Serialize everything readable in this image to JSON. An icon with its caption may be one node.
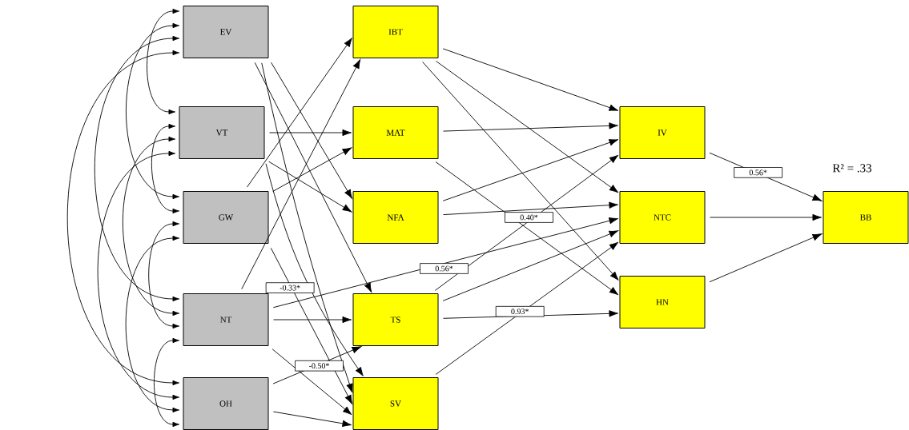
{
  "diagram": {
    "nodes": [
      {
        "text": [
          "EV"
        ]
      },
      {
        "text": [
          "VT"
        ]
      },
      {
        "text": [
          "GW"
        ]
      },
      {
        "text": [
          "NT"
        ]
      },
      {
        "text": [
          "OH"
        ]
      },
      {
        "text": [
          "IBT"
        ]
      },
      {
        "text": [
          "MAT"
        ]
      },
      {
        "text": [
          "NFA"
        ]
      },
      {
        "text": [
          "TS"
        ]
      },
      {
        "text": [
          "SV"
        ]
      },
      {
        "text": [
          "IV"
        ]
      },
      {
        "text": [
          "NTC"
        ]
      },
      {
        "text": [
          "HN"
        ]
      },
      {
        "text": [
          "BB"
        ],
        "beside": [
          "R² = .33"
        ]
      }
    ],
    "edges": [
      {
        "from": 0,
        "to": 1,
        "arrow": "both"
      },
      {
        "from": 0,
        "to": 2,
        "arrow": "both"
      },
      {
        "from": 0,
        "to": 3,
        "arrow": "both"
      },
      {
        "from": 0,
        "to": 4,
        "arrow": "both"
      },
      {
        "from": 1,
        "to": 2,
        "arrow": "both"
      },
      {
        "from": 1,
        "to": 3,
        "arrow": "both"
      },
      {
        "from": 1,
        "to": 4,
        "arrow": "both"
      },
      {
        "from": 2,
        "to": 3,
        "arrow": "both"
      },
      {
        "from": 2,
        "to": 4,
        "arrow": "both"
      },
      {
        "from": 3,
        "to": 4,
        "arrow": "both"
      },
      {
        "from": 0,
        "to": 7,
        "arrow": "to"
      },
      {
        "from": 0,
        "to": 8,
        "arrow": "to"
      },
      {
        "from": 0,
        "to": 9,
        "arrow": "to"
      },
      {
        "from": 1,
        "to": 6,
        "arrow": "to"
      },
      {
        "from": 1,
        "to": 7,
        "arrow": "to"
      },
      {
        "from": 1,
        "to": 9,
        "arrow": "to"
      },
      {
        "from": 2,
        "to": 5,
        "arrow": "to"
      },
      {
        "from": 2,
        "to": 6,
        "arrow": "to"
      },
      {
        "from": 2,
        "to": 9,
        "arrow": "to",
        "label": "-0.33*"
      },
      {
        "from": 3,
        "to": 5,
        "arrow": "to"
      },
      {
        "from": 3,
        "to": 8,
        "arrow": "to"
      },
      {
        "from": 3,
        "to": 9,
        "arrow": "to",
        "label": "-0.50*"
      },
      {
        "from": 3,
        "to": 11,
        "arrow": "to",
        "label": "0.56*"
      },
      {
        "from": 4,
        "to": 8,
        "arrow": "to"
      },
      {
        "from": 4,
        "to": 9,
        "arrow": "to"
      },
      {
        "from": 5,
        "to": 10,
        "arrow": "to"
      },
      {
        "from": 5,
        "to": 11,
        "arrow": "to"
      },
      {
        "from": 5,
        "to": 12,
        "arrow": "to"
      },
      {
        "from": 6,
        "to": 10,
        "arrow": "to"
      },
      {
        "from": 6,
        "to": 12,
        "arrow": "to"
      },
      {
        "from": 7,
        "to": 10,
        "arrow": "to"
      },
      {
        "from": 7,
        "to": 11,
        "arrow": "to",
        "label": "0.40*"
      },
      {
        "from": 8,
        "to": 10,
        "arrow": "to"
      },
      {
        "from": 8,
        "to": 11,
        "arrow": "to"
      },
      {
        "from": 8,
        "to": 12,
        "arrow": "to",
        "label": "0.93*"
      },
      {
        "from": 9,
        "to": 11,
        "arrow": "to"
      },
      {
        "from": 10,
        "to": 13,
        "arrow": "to",
        "label": "0.56*"
      },
      {
        "from": 11,
        "to": 13,
        "arrow": "to"
      },
      {
        "from": 12,
        "to": 13,
        "arrow": "to"
      }
    ]
  }
}
